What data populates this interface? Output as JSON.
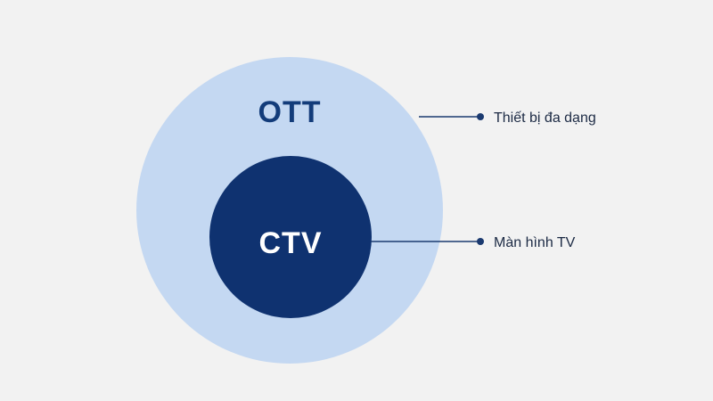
{
  "diagram": {
    "outer_set": {
      "label": "OTT",
      "fill": "#c4d8f2",
      "text_color": "#133c7a"
    },
    "inner_set": {
      "label": "CTV",
      "fill": "#0f3270",
      "text_color": "#ffffff"
    },
    "callouts": [
      {
        "text": "Thiết bị đa dạng",
        "target": "outer_set"
      },
      {
        "text": "Màn hình TV",
        "target": "inner_set"
      }
    ],
    "line_color": "#1b3a70",
    "callout_text_color": "#1c2a44"
  }
}
